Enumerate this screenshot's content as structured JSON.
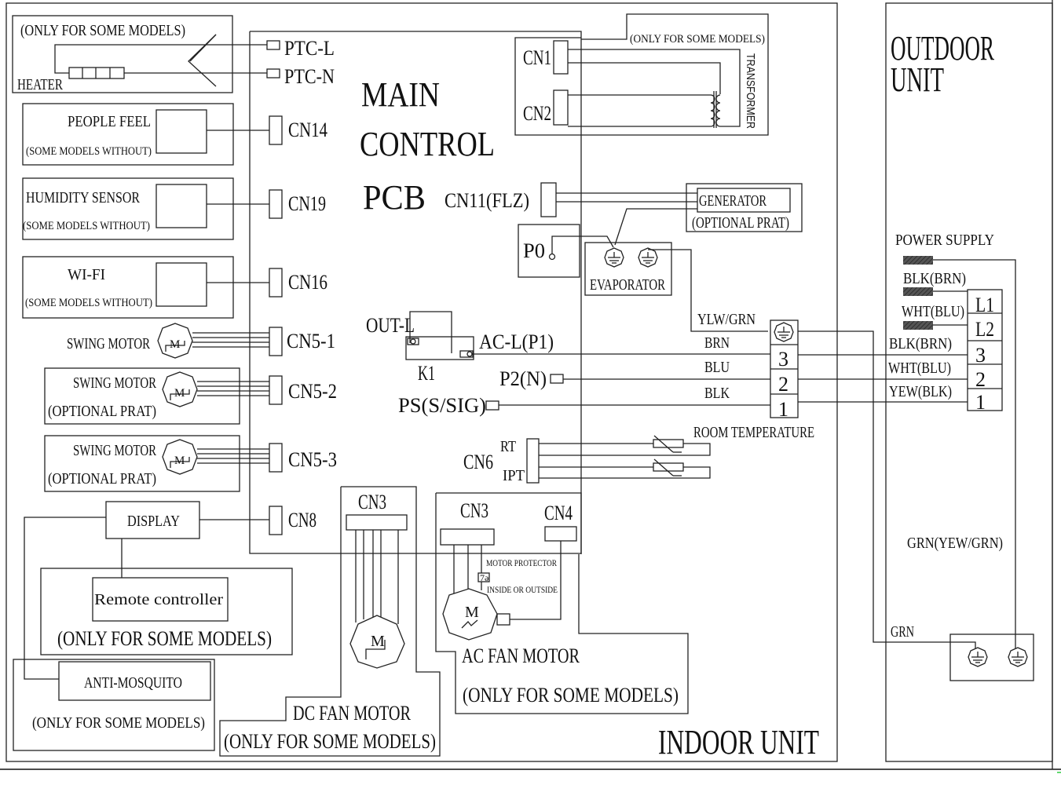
{
  "diagram": {
    "title_pcb": [
      "MAIN",
      "CONTROL",
      "PCB"
    ],
    "indoor_unit_label": "INDOOR UNIT",
    "outdoor_unit_label": [
      "OUTDOOR",
      "UNIT"
    ],
    "heater": {
      "note": "(ONLY FOR SOME MODELS)",
      "label": "HEATER",
      "connectors": [
        "PTC-L",
        "PTC-N"
      ]
    },
    "people_feel": {
      "label": "PEOPLE FEEL",
      "note": "(SOME MODELS WITHOUT)",
      "connector": "CN14"
    },
    "humidity_sensor": {
      "label": "HUMIDITY SENSOR",
      "note": "(SOME MODELS WITHOUT)",
      "connector": "CN19"
    },
    "wifi": {
      "label": "WI-FI",
      "note": "(SOME MODELS WITHOUT)",
      "connector": "CN16"
    },
    "swing_motors": [
      {
        "label": "SWING MOTOR",
        "note": "",
        "connector": "CN5-1"
      },
      {
        "label": "SWING MOTOR",
        "note": "(OPTIONAL PRAT)",
        "connector": "CN5-2"
      },
      {
        "label": "SWING MOTOR",
        "note": "(OPTIONAL PRAT)",
        "connector": "CN5-3"
      }
    ],
    "motor_symbol": "M",
    "display": {
      "label": "DISPLAY",
      "connector": "CN8"
    },
    "remote_controller": {
      "label": "Remote controller",
      "note": "(ONLY FOR SOME MODELS)"
    },
    "anti_mosquito": {
      "label": "ANTI-MOSQUITO",
      "note": "(ONLY FOR SOME MODELS)"
    },
    "transformer": {
      "note": "(ONLY FOR SOME MODELS)",
      "label": "TRANSFORMER",
      "connectors": [
        "CN1",
        "CN2"
      ]
    },
    "generator": {
      "connector": "CN11(FLZ)",
      "label": "GENERATOR",
      "note": "(OPTIONAL PRAT)"
    },
    "p0": "P0",
    "evaporator": "EVAPORATOR",
    "relay": {
      "out": "OUT-L",
      "ac": "AC-L(P1)",
      "name": "K1"
    },
    "p2": "P2(N)",
    "ps": "PS(S/SIG)",
    "wires_indoor": [
      "YLW/GRN",
      "BRN",
      "BLU",
      "BLK"
    ],
    "terminal_indoor": [
      "3",
      "2",
      "1"
    ],
    "room_temperature": {
      "label": "ROOM TEMPERATURE",
      "connector": "CN6",
      "pins": [
        "RT",
        "IPT"
      ]
    },
    "dc_fan": {
      "connector": "CN3",
      "label": "DC FAN MOTOR",
      "note": "(ONLY FOR SOME MODELS)"
    },
    "ac_fan": {
      "connectors": [
        "CN3",
        "CN4"
      ],
      "protector": [
        "MOTOR PROTECTOR",
        "INSIDE OR OUTSIDE"
      ],
      "label": "AC FAN MOTOR",
      "note": "(ONLY FOR SOME MODELS)"
    },
    "power_supply": {
      "label": "POWER SUPPLY",
      "wires": [
        "BLK(BRN)",
        "WHT(BLU)"
      ],
      "terminals": [
        "L1",
        "L2",
        "3",
        "2",
        "1"
      ]
    },
    "wires_outdoor": [
      "BLK(BRN)",
      "WHT(BLU)",
      "YEW(BLK)"
    ],
    "ground_labels": [
      "GRN(YEW/GRN)",
      "GRN"
    ]
  }
}
